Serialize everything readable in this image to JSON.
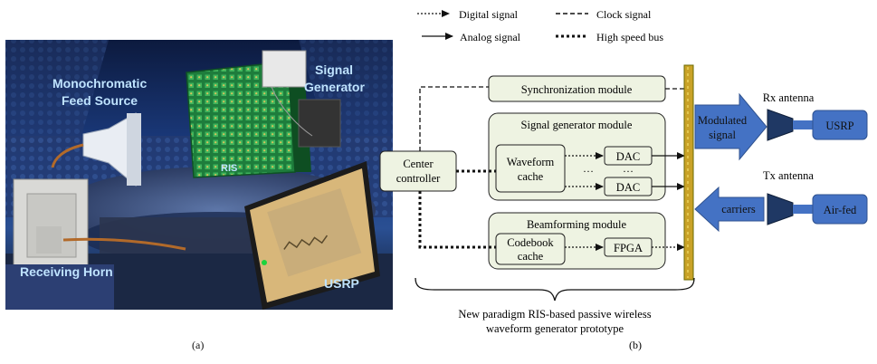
{
  "photo": {
    "labels": {
      "feed_source": [
        "Monochromatic",
        "Feed Source"
      ],
      "signal_generator": [
        "Signal",
        "Generator"
      ],
      "ris": "RIS",
      "receiving_horn": "Receiving Horn",
      "usrp": "USRP"
    },
    "caption": "(a)"
  },
  "diagram": {
    "legend": {
      "digital": "Digital signal",
      "clock": "Clock signal",
      "analog": "Analog signal",
      "highspeed": "High speed bus"
    },
    "blocks": {
      "sync": "Synchronization module",
      "siggen": "Signal generator module",
      "center": [
        "Center",
        "controller"
      ],
      "waveform": [
        "Waveform",
        "cache"
      ],
      "dac_top": "DAC",
      "dac_bottom": "DAC",
      "ellipsis_dots": "…",
      "ellipsis_dac": "…",
      "beamforming": "Beamforming module",
      "codebook": [
        "Codebook",
        "cache"
      ],
      "fpga": "FPGA"
    },
    "right": {
      "modulated": [
        "Modulated",
        "signal"
      ],
      "carriers": "carriers",
      "rx_antenna": "Rx antenna",
      "tx_antenna": "Tx antenna",
      "usrp": "USRP",
      "airfed": "Air-fed"
    },
    "brace_label": [
      "New paradigm RIS-based passive wireless",
      "waveform generator prototype"
    ],
    "caption": "(b)"
  },
  "colors": {
    "block_fill": "#eef3e2",
    "blue_fill": "#4472c4",
    "blue_stroke": "#2f528f",
    "dark_blue": "#1f3864",
    "ris_bar": "#c9a227",
    "ris_bar_dark": "#6b6b00",
    "photo_text": "#bfe3ff"
  }
}
